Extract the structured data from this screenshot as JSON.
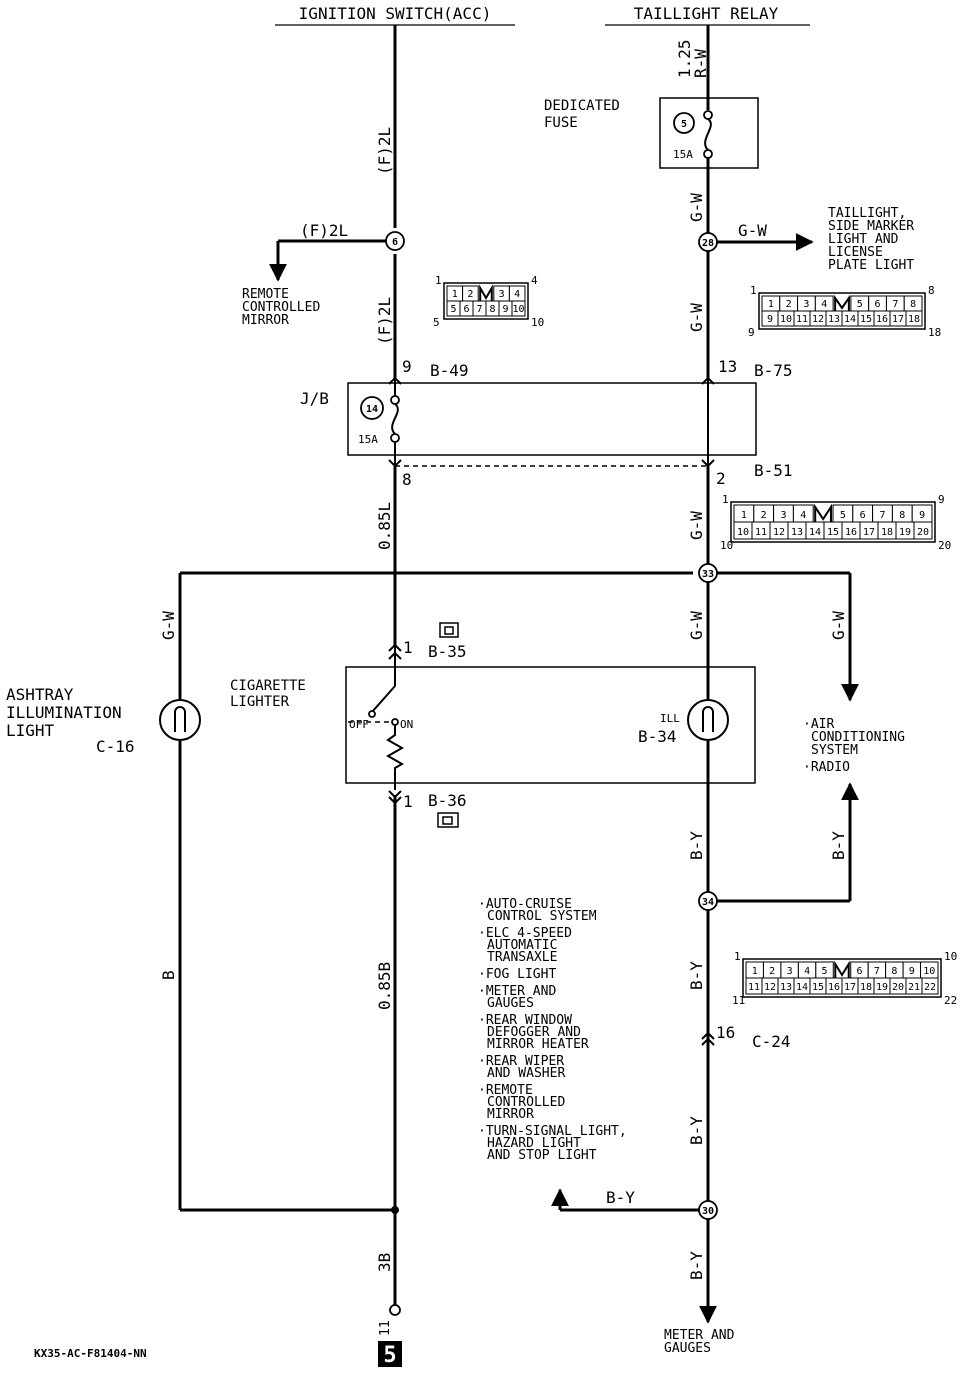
{
  "headers": {
    "ignition": "IGNITION SWITCH(ACC)",
    "taillight": "TAILLIGHT RELAY"
  },
  "fuse": {
    "dedicated_l1": "DEDICATED",
    "dedicated_l2": "FUSE",
    "num": "5",
    "amp": "15A",
    "jb_num": "14",
    "jb_amp": "15A",
    "jb": "J/B"
  },
  "wires": {
    "rw_size": "1.25",
    "rw_color": "R-W",
    "f2l_top": "(F)2L",
    "f2l_branch": "(F)2L",
    "f2l_lower": "(F)2L",
    "gw1": "G-W",
    "gw_out": "G-W",
    "gw2": "G-W",
    "gw3": "G-W",
    "gw_left": "G-W",
    "gw_mid": "G-W",
    "gw_right": "G-W",
    "l085": "0.85L",
    "b085": "0.85B",
    "b_left": "B",
    "by1": "B-Y",
    "by2": "B-Y",
    "by3": "B-Y",
    "by4": "B-Y",
    "by_h": "B-Y",
    "by_right": "B-Y",
    "b3": "3B"
  },
  "nodes": {
    "n6": "6",
    "n28": "28",
    "n33": "33",
    "n34": "34",
    "n30": "30"
  },
  "destinations": {
    "mirror": [
      "REMOTE",
      "CONTROLLED",
      "MIRROR"
    ],
    "taillight": [
      "TAILLIGHT,",
      "SIDE MARKER",
      "LIGHT AND",
      "LICENSE",
      "PLATE LIGHT"
    ],
    "ac": [
      "·AIR",
      "CONDITIONING",
      "SYSTEM",
      "·RADIO"
    ],
    "meter": [
      "METER AND",
      "GAUGES"
    ],
    "list": [
      [
        "·AUTO-CRUISE",
        "CONTROL SYSTEM"
      ],
      [
        "·ELC 4-SPEED",
        "AUTOMATIC",
        "TRANSAXLE"
      ],
      [
        "·FOG LIGHT"
      ],
      [
        "·METER AND",
        "GAUGES"
      ],
      [
        "·REAR WINDOW",
        "DEFOGGER AND",
        "MIRROR HEATER"
      ],
      [
        "·REAR WIPER",
        "AND WASHER"
      ],
      [
        "·REMOTE",
        "CONTROLLED",
        "MIRROR"
      ],
      [
        "·TURN-SIGNAL LIGHT,",
        "HAZARD LIGHT",
        "AND STOP LIGHT"
      ]
    ]
  },
  "connectors": {
    "b49": "B-49",
    "b49_pin": "9",
    "b75": "B-75",
    "b75_pin": "13",
    "b51": "B-51",
    "b51_pin": "2",
    "jb_pin8": "8",
    "b35": "B-35",
    "b35_pin": "1",
    "b36": "B-36",
    "b36_pin": "1",
    "c24": "C-24",
    "c24_pin": "16",
    "c16": "C-16",
    "b34": "B-34"
  },
  "components": {
    "ashtray": [
      "ASHTRAY",
      "ILLUMINATION",
      "LIGHT"
    ],
    "cigar": [
      "CIGARETTE",
      "LIGHTER"
    ],
    "off": "OFF",
    "on": "ON",
    "ill": "ILL"
  },
  "pinouts": {
    "p10": {
      "top": [
        "1",
        "2",
        "",
        "3",
        "4"
      ],
      "bottom": [
        "5",
        "6",
        "7",
        "8",
        "9",
        "10"
      ],
      "nums": [
        "1",
        "4",
        "5",
        "10"
      ]
    },
    "p18": {
      "top": [
        "1",
        "2",
        "3",
        "4",
        "",
        "5",
        "6",
        "7",
        "8"
      ],
      "bottom": [
        "9",
        "10",
        "11",
        "12",
        "13",
        "14",
        "15",
        "16",
        "17",
        "18"
      ],
      "nums": [
        "1",
        "8",
        "9",
        "18"
      ]
    },
    "p20": {
      "top": [
        "1",
        "2",
        "3",
        "4",
        "",
        "5",
        "6",
        "7",
        "8",
        "9"
      ],
      "bottom": [
        "10",
        "11",
        "12",
        "13",
        "14",
        "15",
        "16",
        "17",
        "18",
        "19",
        "20"
      ],
      "nums": [
        "1",
        "9",
        "10",
        "20"
      ]
    },
    "p22": {
      "top": [
        "1",
        "2",
        "3",
        "4",
        "5",
        "",
        "6",
        "7",
        "8",
        "9",
        "10"
      ],
      "bottom": [
        "11",
        "12",
        "13",
        "14",
        "15",
        "16",
        "17",
        "18",
        "19",
        "20",
        "21",
        "22"
      ],
      "nums": [
        "1",
        "10",
        "11",
        "22"
      ]
    }
  },
  "ground": "11",
  "footer": {
    "code": "KX35-AC-F81404-NN",
    "page": "5"
  }
}
